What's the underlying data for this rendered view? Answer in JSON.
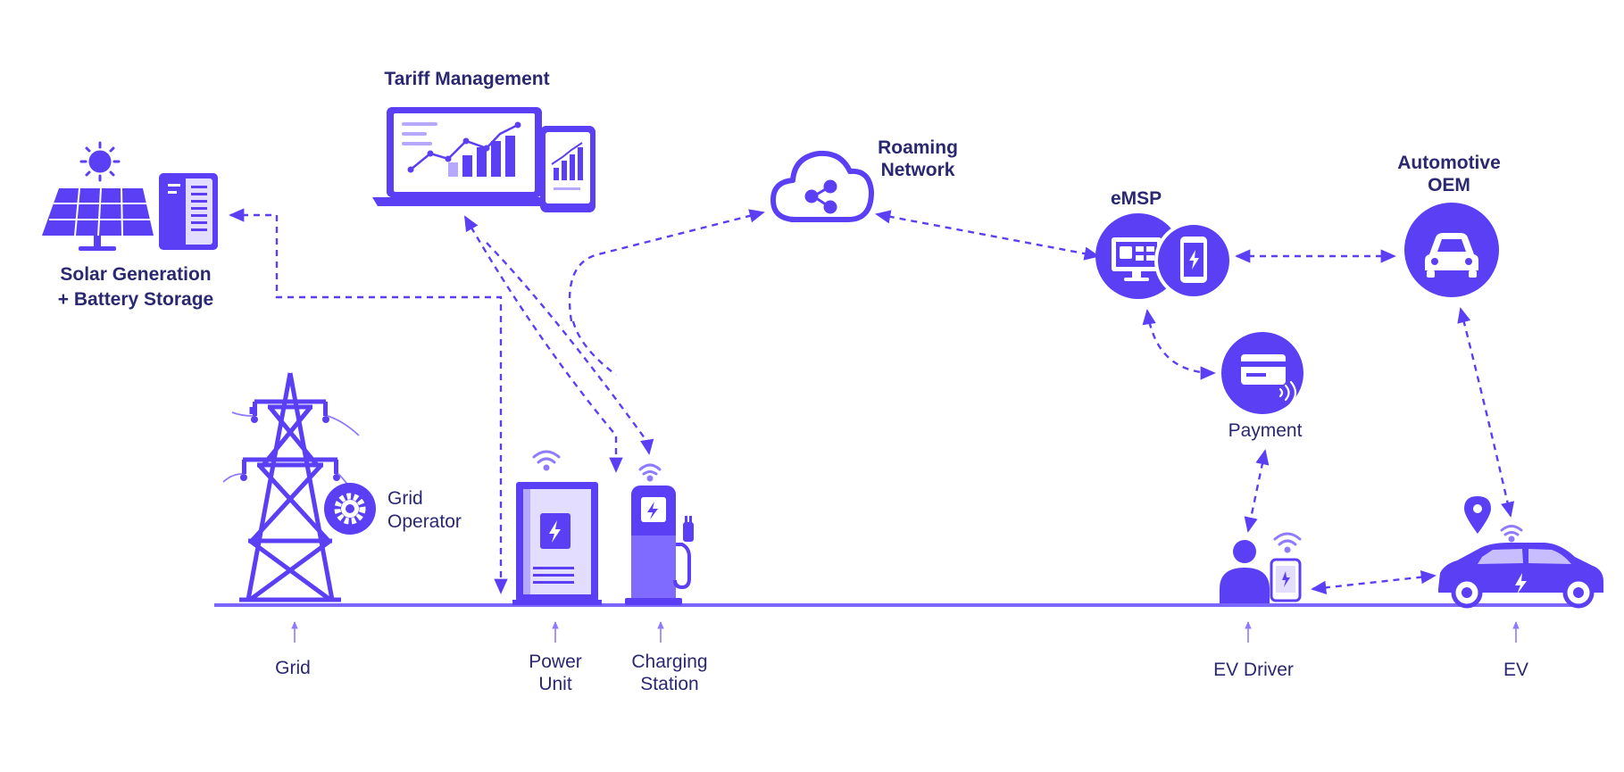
{
  "diagram": {
    "colors": {
      "accent": "#5b3ff5",
      "accent_light": "#8e7bff",
      "accent_pale": "#e3ddff",
      "text": "#2a2870",
      "background": "#ffffff"
    },
    "labels": {
      "tariff_management": "Tariff Management",
      "roaming_network_1": "Roaming",
      "roaming_network_2": "Network",
      "emsp": "eMSP",
      "automotive_oem_1": "Automotive",
      "automotive_oem_2": "OEM",
      "solar_1": "Solar Generation",
      "solar_2": "+ Battery Storage",
      "grid_operator_1": "Grid",
      "grid_operator_2": "Operator",
      "payment": "Payment",
      "grid": "Grid",
      "power_unit_1": "Power",
      "power_unit_2": "Unit",
      "charging_station_1": "Charging",
      "charging_station_2": "Station",
      "ev_driver": "EV Driver",
      "ev": "EV"
    },
    "icons": {
      "solar": "solar-panel-icon",
      "battery": "battery-storage-icon",
      "sun": "sun-icon",
      "tariff": "laptop-chart-icon",
      "tablet": "tablet-chart-icon",
      "cloud": "cloud-share-icon",
      "emsp_monitor": "monitor-icon",
      "emsp_phone": "phone-icon",
      "oem": "car-icon",
      "payment": "card-contactless-icon",
      "grid_tower": "transmission-tower-icon",
      "grid_operator": "gear-icon",
      "power_unit": "power-cabinet-icon",
      "charging_station": "charger-icon",
      "ev_driver": "person-icon",
      "ev": "electric-car-icon",
      "location": "location-pin-icon",
      "wifi": "wifi-icon"
    }
  }
}
